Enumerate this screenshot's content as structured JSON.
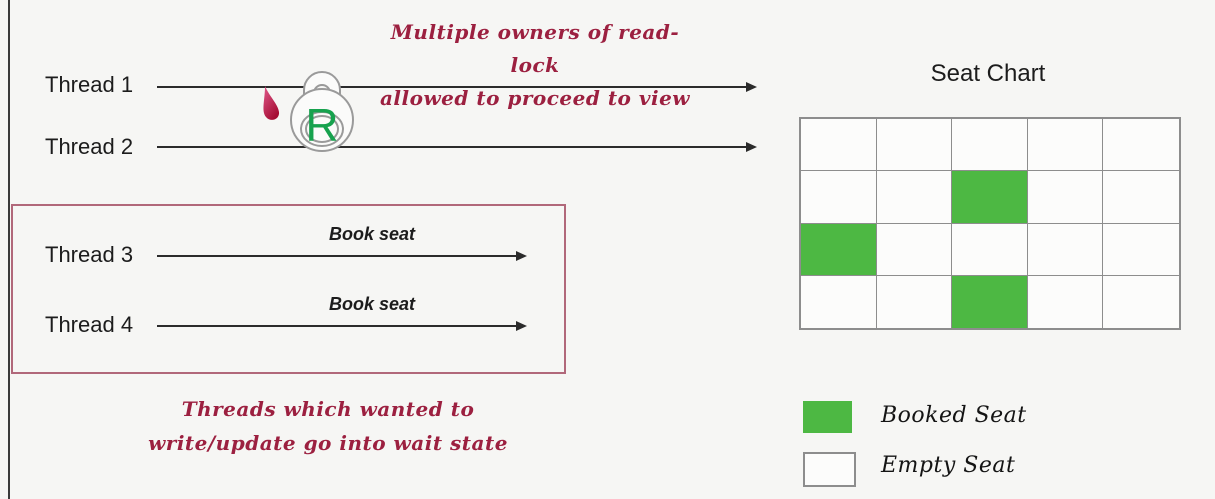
{
  "colors": {
    "background": "#f6f6f4",
    "vertical_rule": "#3a3a3a",
    "thread_line": "#2b2b2b",
    "annotation_crimson": "#9c2040",
    "box_border": "#b1687a",
    "grid_line": "#8d8d8d",
    "seat_empty": "#fcfcfb",
    "seat_booked": "#4db843",
    "lock_outline": "#9a9a9a",
    "lock_letter_green": "#17a24e",
    "pointer_pink": "#c81e4e",
    "text_dark": "#1c1c1c"
  },
  "threads_top": [
    {
      "label": "Thread 1"
    },
    {
      "label": "Thread 2"
    }
  ],
  "lock": {
    "letter": "R"
  },
  "annotation_top": {
    "line1": "Multiple owners of read-lock",
    "line2_prefix": "allowed to proceed to ",
    "line2_emphasis": "view"
  },
  "wait_box": {
    "threads": [
      {
        "label": "Thread 3",
        "arrow_label": "Book seat"
      },
      {
        "label": "Thread 4",
        "arrow_label": "Book seat"
      }
    ]
  },
  "annotation_bottom": {
    "line1": "Threads which wanted to",
    "line2": "write/update go into wait state"
  },
  "seat_chart": {
    "title": "Seat Chart",
    "rows": 4,
    "cols": 5,
    "booked_cells": [
      [
        1,
        2
      ],
      [
        2,
        0
      ],
      [
        3,
        2
      ]
    ]
  },
  "legend": {
    "booked_label": "Booked Seat",
    "empty_label": "Empty Seat"
  }
}
